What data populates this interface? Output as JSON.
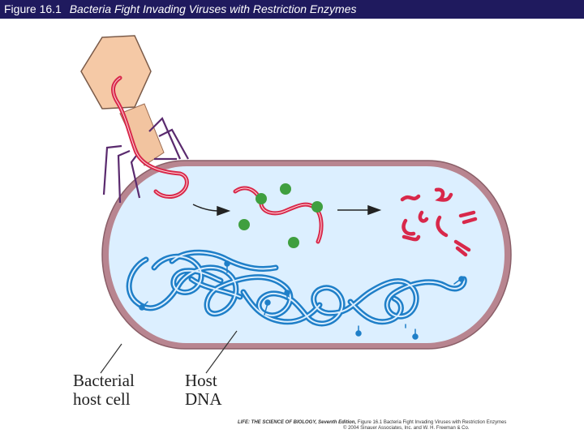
{
  "title": {
    "figure_number": "Figure 16.1",
    "caption": "Bacteria Fight Invading Viruses with Restriction Enzymes"
  },
  "labels": {
    "host_cell_line1": "Bacterial",
    "host_cell_line2": "host cell",
    "host_dna_line1": "Host",
    "host_dna_line2": "DNA"
  },
  "credit": {
    "book": "LIFE: THE SCIENCE OF BIOLOGY, Seventh Edition,",
    "figure_caption": "Figure 16.1 Bacteria Fight Invading Viruses with Restriction Enzymes",
    "copyright": "© 2004 Sinauer Associates, Inc. and W. H. Freeman & Co."
  },
  "colors": {
    "title_bar": "#1f1a5e",
    "cell_fill": "#dcefff",
    "cell_wall": "#b88590",
    "viral_dna": "#d8284a",
    "host_dna": "#1f7fc8",
    "restriction_enzyme": "#3f9f3f",
    "phage_head": "#f5c9a6",
    "tail_fibers": "#5a2a6e"
  }
}
